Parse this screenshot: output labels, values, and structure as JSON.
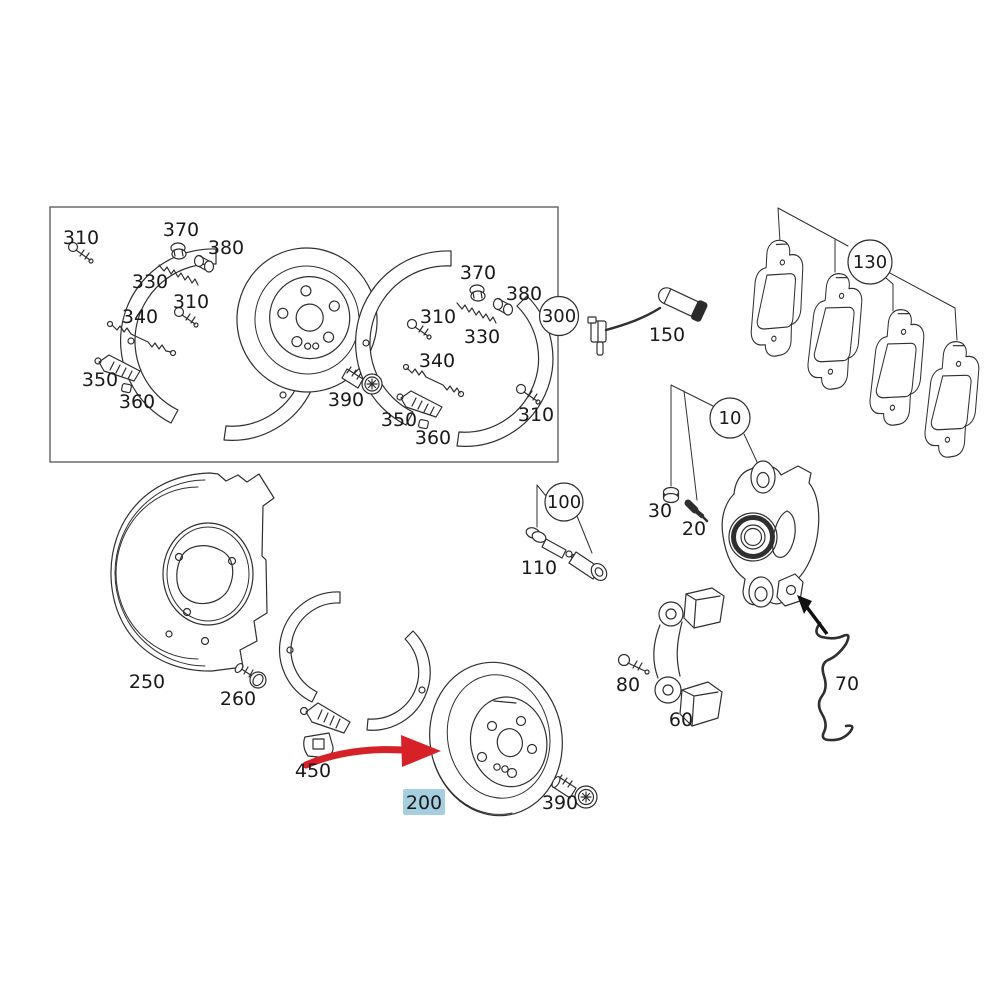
{
  "diagram_type": "brake-parts-exploded-diagram",
  "colors": {
    "line": "#2f2f2f",
    "label": "#1a1a1a",
    "red_arrow": "#d62128",
    "black_arrow": "#111111",
    "highlight_bg": "#a5cede",
    "highlight_text": "#1a5f80",
    "background": "#ffffff"
  },
  "labels": [
    {
      "id": "inset-left-310-upper",
      "text": "310"
    },
    {
      "id": "inset-left-370",
      "text": "370"
    },
    {
      "id": "inset-left-380",
      "text": "380"
    },
    {
      "id": "inset-left-330",
      "text": "330"
    },
    {
      "id": "inset-left-310-lower",
      "text": "310"
    },
    {
      "id": "inset-left-340",
      "text": "340"
    },
    {
      "id": "inset-left-350",
      "text": "350"
    },
    {
      "id": "inset-left-360",
      "text": "360"
    },
    {
      "id": "inset-right-370",
      "text": "370"
    },
    {
      "id": "inset-right-380",
      "text": "380"
    },
    {
      "id": "inset-right-310-upper",
      "text": "310"
    },
    {
      "id": "inset-right-330",
      "text": "330"
    },
    {
      "id": "inset-right-340",
      "text": "340"
    },
    {
      "id": "inset-right-350",
      "text": "350"
    },
    {
      "id": "inset-right-360",
      "text": "360"
    },
    {
      "id": "inset-right-310-lower",
      "text": "310"
    },
    {
      "id": "inset-390",
      "text": "390"
    },
    {
      "id": "circle-300",
      "text": "300"
    },
    {
      "id": "sensor-150",
      "text": "150"
    },
    {
      "id": "circle-130",
      "text": "130"
    },
    {
      "id": "circle-10",
      "text": "10"
    },
    {
      "id": "cap-30",
      "text": "30"
    },
    {
      "id": "bleeder-20",
      "text": "20"
    },
    {
      "id": "circle-100",
      "text": "100"
    },
    {
      "id": "pin-110",
      "text": "110"
    },
    {
      "id": "bolt-80",
      "text": "80"
    },
    {
      "id": "carrier-60",
      "text": "60"
    },
    {
      "id": "spring-70",
      "text": "70"
    },
    {
      "id": "shield-250",
      "text": "250"
    },
    {
      "id": "bolt-260",
      "text": "260"
    },
    {
      "id": "adjuster-450",
      "text": "450"
    },
    {
      "id": "disc-200",
      "text": "200"
    },
    {
      "id": "bolt-390",
      "text": "390"
    }
  ]
}
